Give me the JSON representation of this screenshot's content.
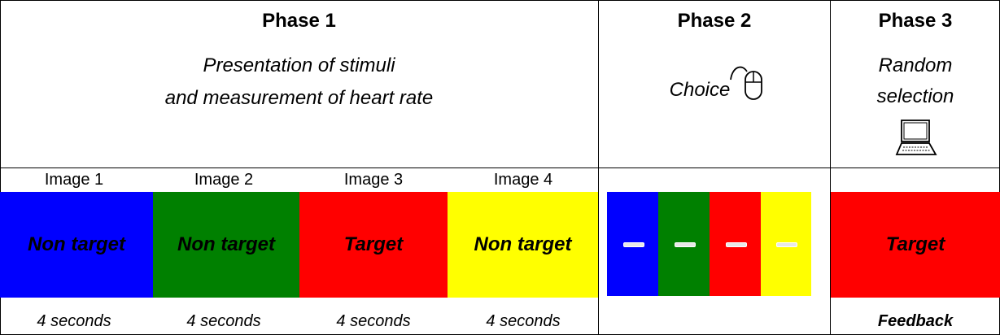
{
  "phase1": {
    "title": "Phase 1",
    "description_line1": "Presentation of stimuli",
    "description_line2": "and measurement of heart rate",
    "images": [
      {
        "label": "Image 1",
        "text": "Non target",
        "color": "#0000ff",
        "duration": "4 seconds"
      },
      {
        "label": "Image 2",
        "text": "Non target",
        "color": "#008000",
        "duration": "4 seconds"
      },
      {
        "label": "Image 3",
        "text": "Target",
        "color": "#ff0000",
        "duration": "4 seconds"
      },
      {
        "label": "Image 4",
        "text": "Non target",
        "color": "#ffff00",
        "duration": "4 seconds"
      }
    ]
  },
  "phase2": {
    "title": "Phase 2",
    "description": "Choice",
    "icon": "mouse-icon",
    "choice_colors": [
      "#0000ff",
      "#008000",
      "#ff0000",
      "#ffff00"
    ]
  },
  "phase3": {
    "title": "Phase 3",
    "description_line1": "Random",
    "description_line2": "selection",
    "icon": "laptop-icon",
    "result_text": "Target",
    "result_color": "#ff0000",
    "footer": "Feedback"
  }
}
